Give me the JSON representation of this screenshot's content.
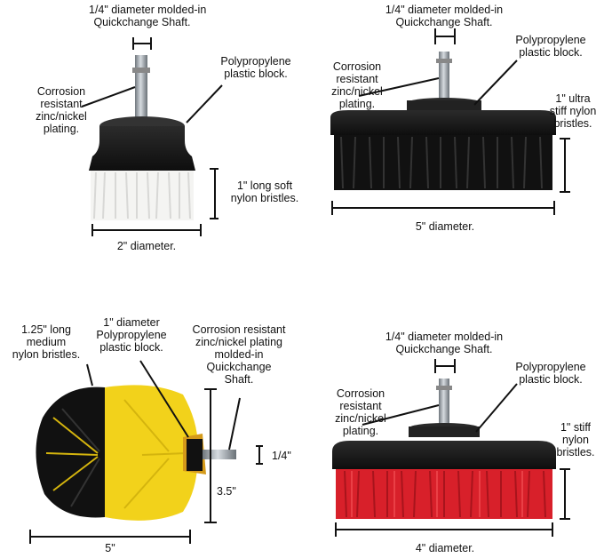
{
  "brush_2in": {
    "shaft_label": [
      "1/4\" diameter molded-in",
      "Quickchange Shaft."
    ],
    "block_label": [
      "Polypropylene",
      "plastic block."
    ],
    "plating_label": [
      "Corrosion",
      "resistant",
      "zinc/nickel",
      "plating."
    ],
    "bristle_label": [
      "1\" long soft",
      "nylon bristles."
    ],
    "diameter_label": "2\" diameter.",
    "bristle_color": "#ffffff"
  },
  "brush_5in": {
    "shaft_label": [
      "1/4\" diameter molded-in",
      "Quickchange Shaft."
    ],
    "block_label": [
      "Polypropylene",
      "plastic block."
    ],
    "plating_label": [
      "Corrosion",
      "resistant",
      "zinc/nickel",
      "plating."
    ],
    "bristle_label": [
      "1\" ultra",
      "stiff nylon",
      "bristles."
    ],
    "diameter_label": "5\" diameter.",
    "bristle_color": "#111111"
  },
  "brush_drill": {
    "bristle_label": [
      "1.25\" long",
      "medium",
      "nylon bristles."
    ],
    "block_label": [
      "1\" diameter",
      "Polypropylene",
      "plastic block."
    ],
    "plating_label": [
      "Corrosion resistant",
      "zinc/nickel plating",
      "molded-in",
      "Quickchange",
      "Shaft."
    ],
    "shaft_size_label": "1/4\"",
    "height_label": "3.5\"",
    "width_label": "5\"",
    "bristle_colors": [
      "#111111",
      "#f2d21b"
    ]
  },
  "brush_4in": {
    "shaft_label": [
      "1/4\" diameter molded-in",
      "Quickchange Shaft."
    ],
    "block_label": [
      "Polypropylene",
      "plastic block."
    ],
    "plating_label": [
      "Corrosion",
      "resistant",
      "zinc/nickel",
      "plating."
    ],
    "bristle_label": [
      "1\" stiff",
      "nylon",
      "bristles."
    ],
    "diameter_label": "4\" diameter.",
    "bristle_color": "#d8202a"
  }
}
